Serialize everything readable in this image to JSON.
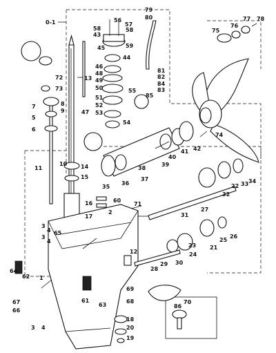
{
  "assembly_label": "0-1",
  "labels": {
    "p1": "1",
    "p2": "2",
    "p3": "3",
    "p3b": "3",
    "p4": "4",
    "p4b": "4",
    "p4c": "4",
    "p5": "5",
    "p6": "6",
    "p7": "7",
    "p8": "8",
    "p9": "9",
    "p10": "10",
    "p11": "11",
    "p12": "12",
    "p13": "13",
    "p14": "14",
    "p15": "15",
    "p16": "16",
    "p17": "17",
    "p18": "18",
    "p19": "19",
    "p20": "20",
    "p21": "21",
    "p22": "22",
    "p23": "23",
    "p24": "24",
    "p25": "25",
    "p26": "26",
    "p27": "27",
    "p28": "28",
    "p29": "29",
    "p30": "30",
    "p31": "31",
    "p32": "32",
    "p33": "33",
    "p34": "34",
    "p35": "35",
    "p36": "36",
    "p37": "37",
    "p38": "38",
    "p39": "39",
    "p40": "40",
    "p41": "41",
    "p42": "42",
    "p43": "43",
    "p44": "44",
    "p45": "45",
    "p46": "46",
    "p47": "47",
    "p48": "48",
    "p49": "49",
    "p50": "50",
    "p51": "51",
    "p52": "52",
    "p53": "53",
    "p54": "54",
    "p55": "55",
    "p56": "56",
    "p57": "57",
    "p58": "58",
    "p59": "59",
    "p60": "60",
    "p61": "61",
    "p62": "62",
    "p63": "63",
    "p64": "64",
    "p65": "65",
    "p66": "66",
    "p67": "67",
    "p68": "68",
    "p69": "69",
    "p70": "70",
    "p71": "71",
    "p72": "72",
    "p73": "73",
    "p74": "74",
    "p75": "75",
    "p76": "76",
    "p77": "77",
    "p78": "78",
    "p79": "79",
    "p80": "80",
    "p81": "81",
    "p82": "82",
    "p83": "83",
    "p84": "84",
    "p85": "85",
    "p86": "86"
  },
  "colors": {
    "ink": "#111111",
    "paper": "#ffffff"
  }
}
